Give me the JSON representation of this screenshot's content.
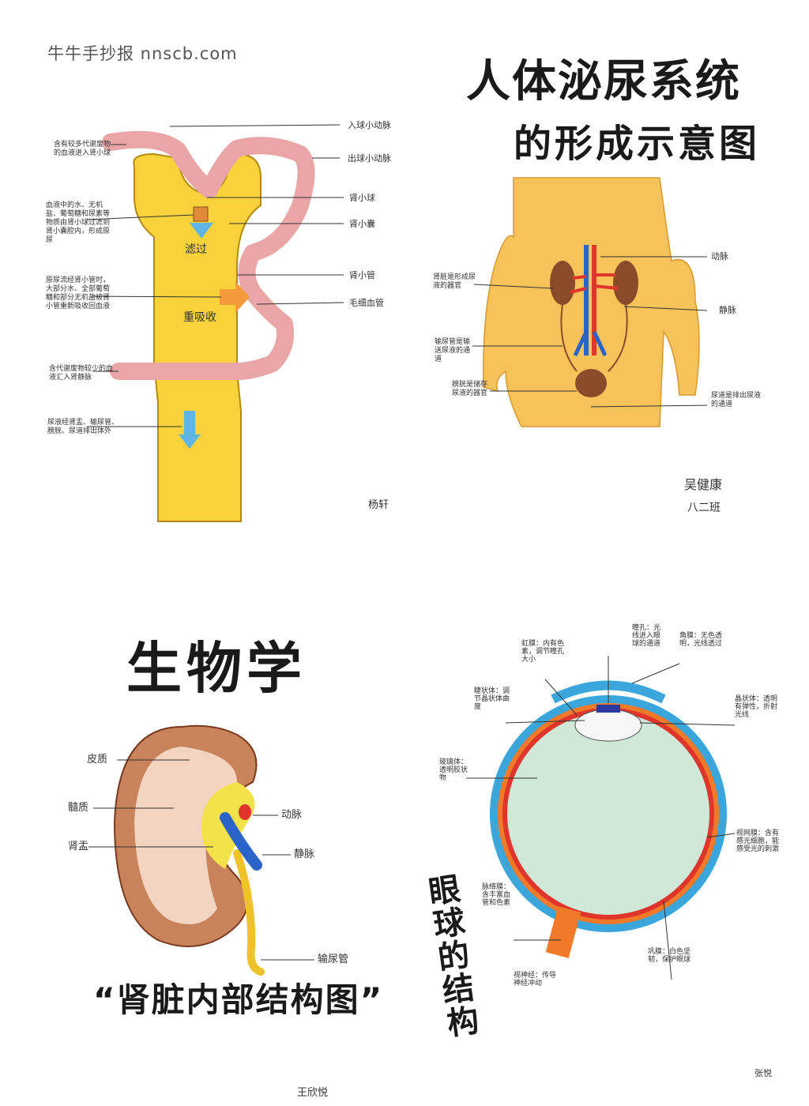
{
  "watermark": "牛牛手抄报 nnscb.com",
  "urinary": {
    "title_line1": "人体泌尿系统",
    "title_line2": "的形成示意图",
    "labels": {
      "artery": "动脉",
      "vein": "静脉",
      "kidney_desc": "肾脏是形成尿液的器官",
      "ureter_desc": "输尿管是输送尿液的通道",
      "bladder_desc": "膀胱是储存尿液的器官",
      "urethra_desc": "尿道是排出尿液的通道"
    },
    "signature_name": "吴健康",
    "signature_class": "八二班"
  },
  "nephron": {
    "labels": {
      "afferent": "入球小动脉",
      "efferent": "出球小动脉",
      "glomerulus": "肾小球",
      "capsule": "肾小囊",
      "tubule": "肾小管",
      "capillary": "毛细血管",
      "filter": "滤过",
      "reabsorb": "重吸收",
      "note_blood_in": "含有较多代谢废物的血液进入肾小球",
      "note_filter": "血液中的水、无机盐、葡萄糖和尿素等物质由肾小球过滤到肾小囊腔内，形成原尿",
      "note_reabsorb": "原尿流经肾小管时，大部分水、全部葡萄糖和部分无机盐被肾小管重新吸收回血液",
      "note_blood_out": "含代谢废物较少的血液汇入肾静脉",
      "note_urine": "尿液经肾盂、输尿管、膀胱、尿道排出体外"
    },
    "signature": "杨轩"
  },
  "kidney": {
    "page_title": "生物学",
    "labels": {
      "cortex": "皮质",
      "medulla": "髓质",
      "pelvis": "肾盂",
      "artery": "动脉",
      "vein": "静脉",
      "ureter": "输尿管"
    },
    "diagram_title": "“肾脏内部结构图”",
    "signature": "王欣悦"
  },
  "eye": {
    "title": "眼球的结构",
    "labels": {
      "pupil": "瞳孔：光线进入眼球的通道",
      "cornea": "角膜：无色透明，光线透过",
      "iris": "虹膜：内有色素，调节瞳孔大小",
      "ciliary": "睫状体：调节晶状体曲度",
      "lens": "晶状体：透明有弹性，折射光线",
      "vitreous": "玻璃体：透明胶状物",
      "retina": "视网膜：含有感光细胞，能感受光的刺激",
      "choroid": "脉络膜：含丰富血管和色素",
      "optic_nerve": "视神经：传导神经冲动",
      "sclera": "巩膜：白色坚韧，保护眼球"
    },
    "signature": "张悦"
  },
  "colors": {
    "body_skin": "#f6c25a",
    "kidney_brown": "#8a4b2a",
    "artery_red": "#e0352b",
    "vein_blue": "#2a64c8",
    "nephron_yellow": "#f8d23a",
    "vessel_pink": "#eaa6a6",
    "vitreous_green": "#cfe8d8",
    "eye_blue": "#3aa6dc"
  }
}
